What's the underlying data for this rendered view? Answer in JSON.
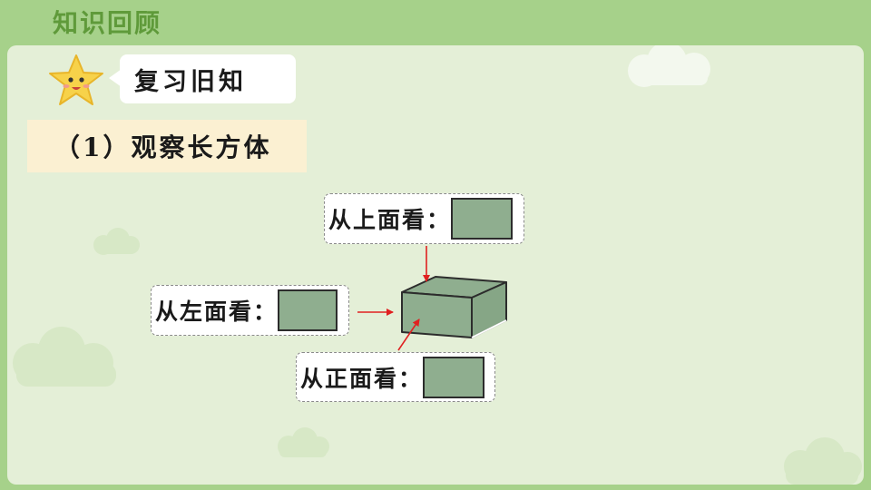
{
  "slide": {
    "title": "知识回顾",
    "section_label": "复习旧知",
    "heading": "（1）观察长方体"
  },
  "views": {
    "top": {
      "label": "从上面看："
    },
    "left": {
      "label": "从左面看："
    },
    "front": {
      "label": "从正面看："
    }
  },
  "colors": {
    "background": "#a6d18a",
    "panel": "#e4efd7",
    "box_face": "#8fae8f",
    "arrow": "#e02020",
    "heading_bg": "#fbf0d2"
  },
  "icons": [
    "star-mascot-icon",
    "arrow-icon"
  ]
}
